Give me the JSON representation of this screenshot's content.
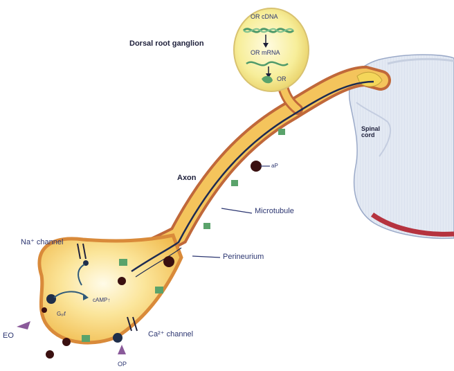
{
  "labels": {
    "dorsal_root_ganglion": "Dorsal root ganglion",
    "or_cdna": "OR cDNA",
    "or_mrna": "OR mRNA",
    "or": "OR",
    "axon": "Axon",
    "spinal_cord": "Spinal cord",
    "microtubule": "Microtubule",
    "perineurium": "Perineurium",
    "na_channel": "Na⁺ channel",
    "ca_channel": "Ca²⁺ channel",
    "camp": "cAMP↑",
    "golf": "Gₒₗf",
    "ap": "aP",
    "eo": "EO",
    "op": "OP"
  },
  "colors": {
    "nerve_fill": "#f3c65a",
    "nerve_edge": "#d98a3a",
    "perineurium_red": "#b5333f",
    "microtubule": "#1c2a52",
    "receptor_green": "#5aa36b",
    "ganglion_fill": "#f6e98a",
    "spinal_cord_fill": "#dfe6f1",
    "label_blue": "#2b3570",
    "dot_dark": "#3a1010",
    "arrow_purple": "#8a5a9a"
  }
}
